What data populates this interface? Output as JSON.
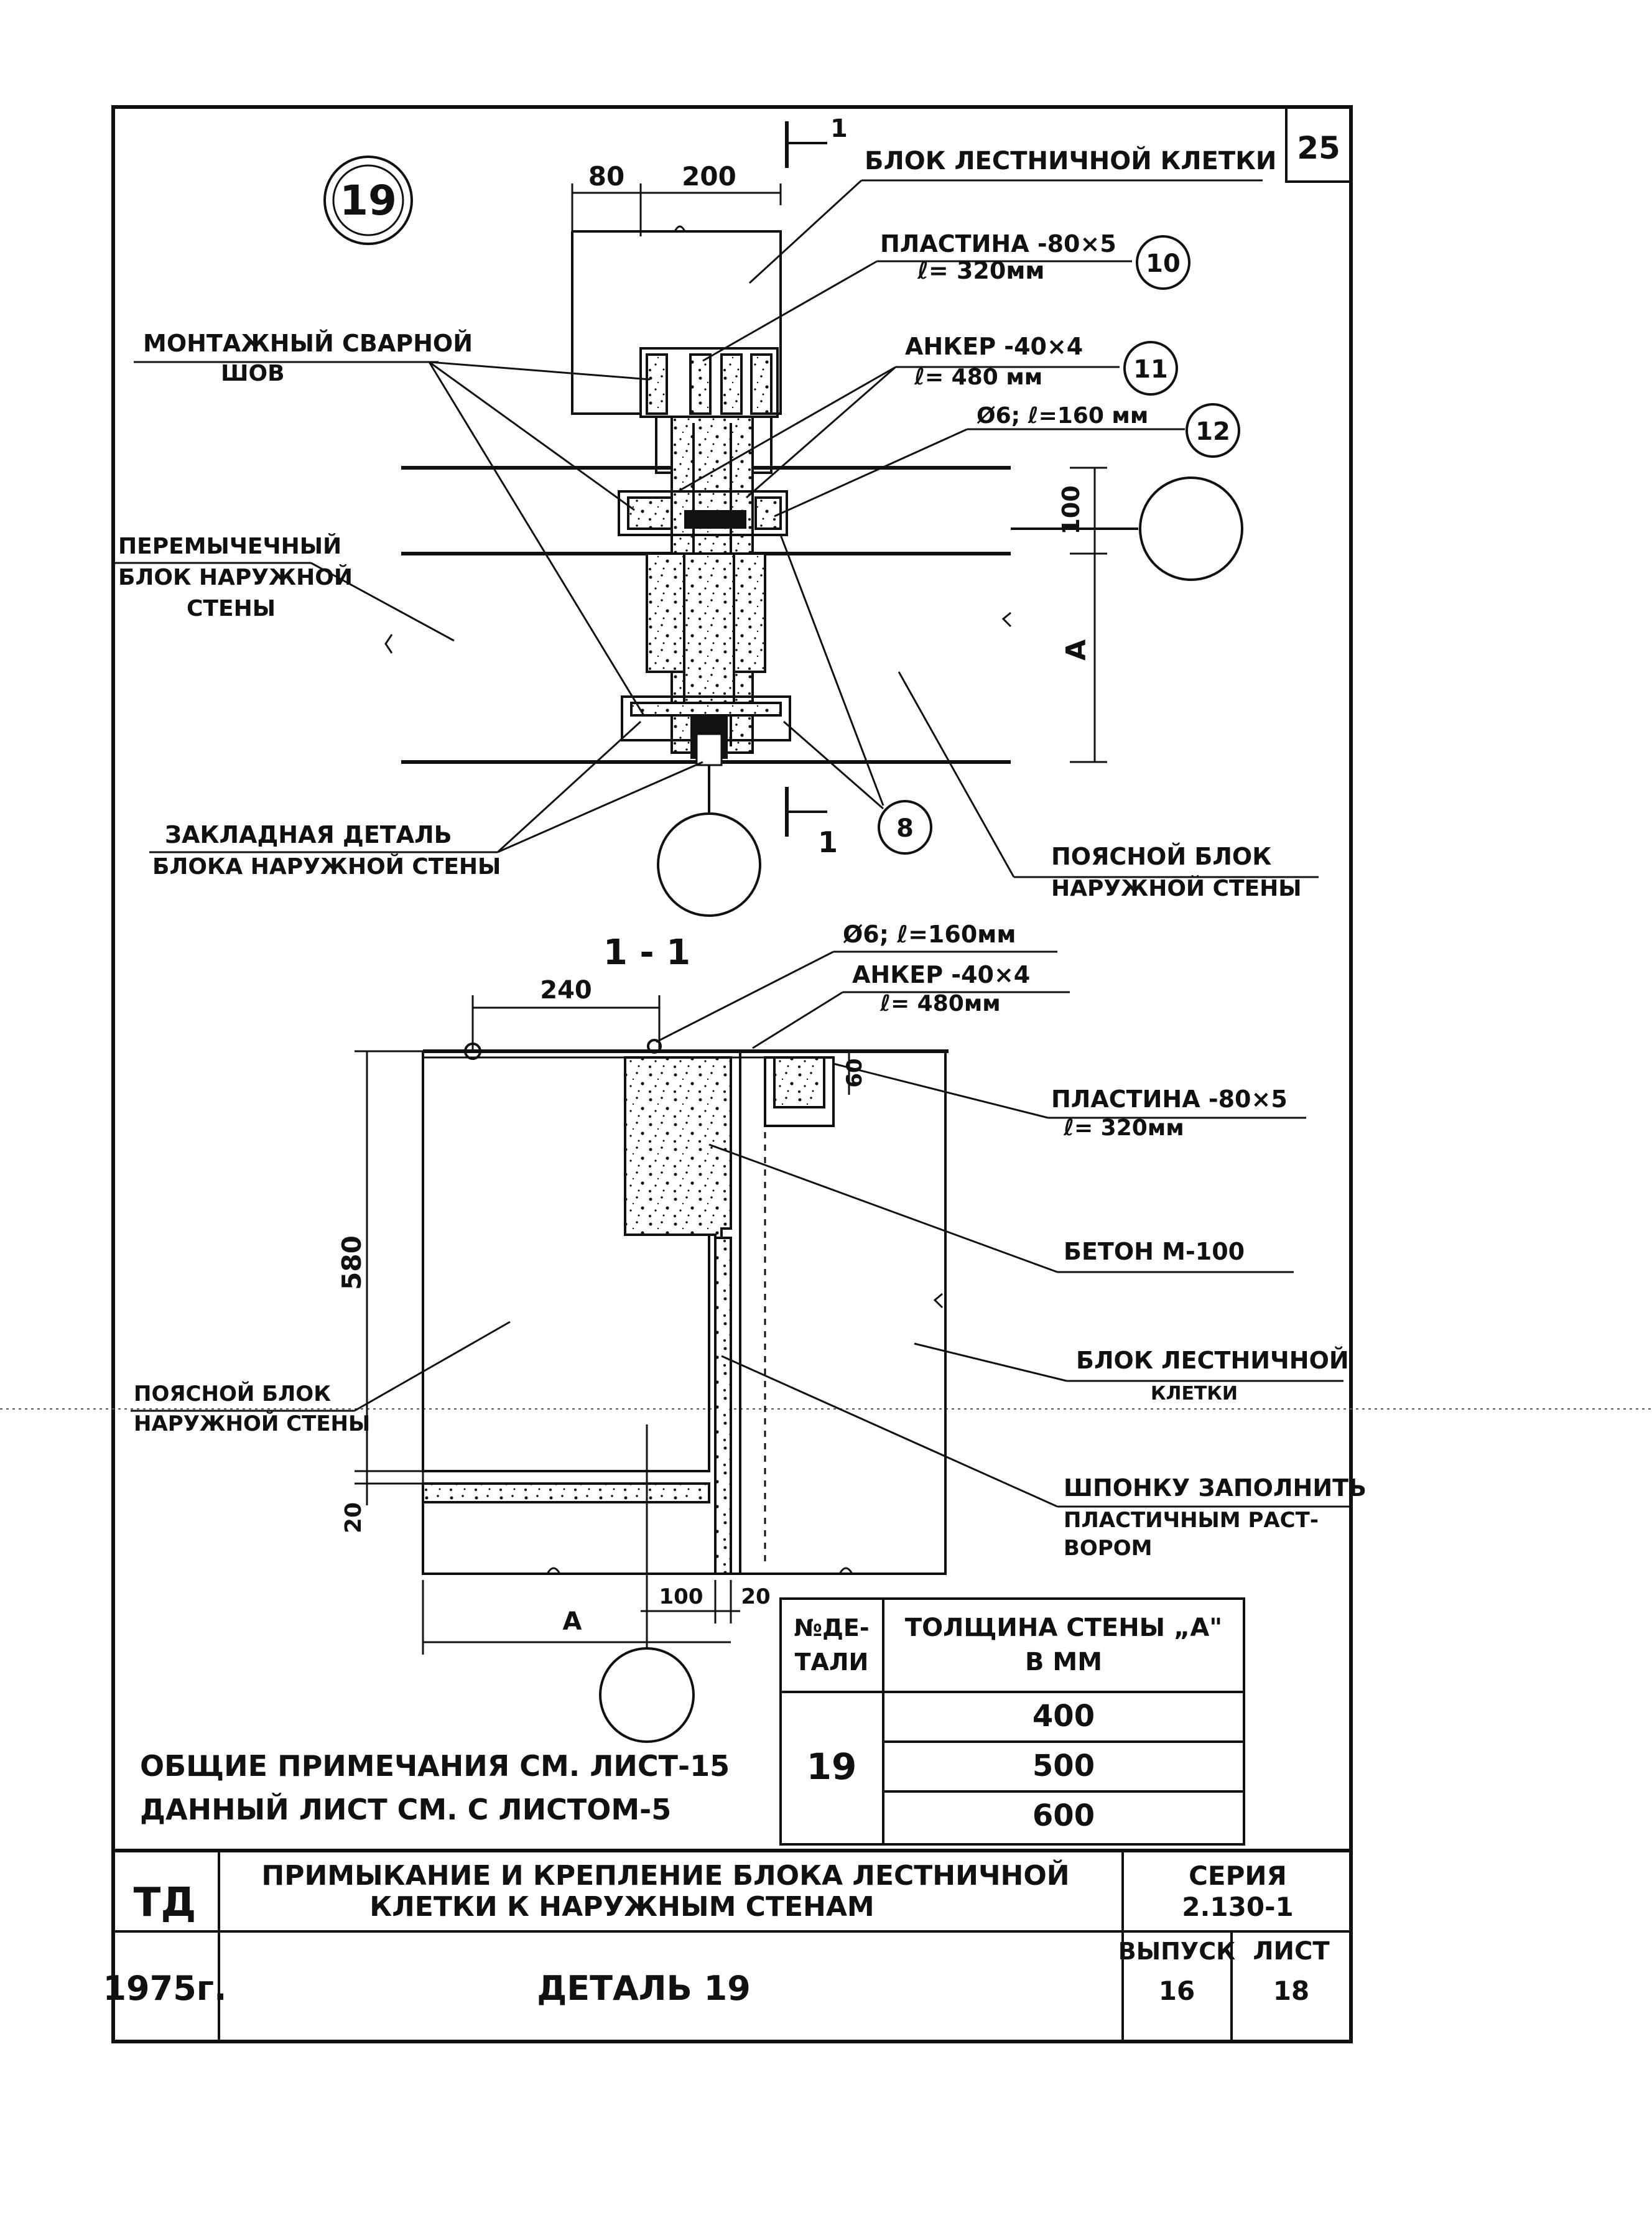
{
  "sheet_number": "25",
  "detail_marker": "19",
  "plan": {
    "dims": {
      "d80": "80",
      "d200": "200",
      "d100": "100",
      "dA": "A"
    },
    "section_marks": {
      "top_num": "1",
      "bottom_num": "1"
    },
    "labels": {
      "stair_block": "БЛОК ЛЕСТНИЧНОЙ КЛЕТКИ",
      "plate_line1": "ПЛАСТИНА -80×5",
      "plate_line2": "ℓ= 320мм",
      "weld_line1": "МОНТАЖНЫЙ СВАРНОЙ",
      "weld_line2": "ШОВ",
      "anchor_line1": "АНКЕР -40×4",
      "anchor_line2": "ℓ= 480 мм",
      "rod_line": "Ø6; ℓ=160 мм",
      "lintel_line1": "ПЕРЕМЫЧЕЧНЫЙ",
      "lintel_line2": "БЛОК НАРУЖНОЙ",
      "lintel_line3": "СТЕНЫ",
      "embed_line1": "ЗАКЛАДНАЯ ДЕТАЛЬ",
      "embed_line2": "БЛОКА НАРУЖНОЙ СТЕНЫ",
      "belt_line1": "ПОЯСНОЙ БЛОК",
      "belt_line2": "НАРУЖНОЙ СТЕНЫ"
    },
    "callouts": {
      "c10": "10",
      "c11": "11",
      "c12": "12",
      "c8": "8"
    }
  },
  "section": {
    "title": "1 - 1",
    "dims": {
      "d240": "240",
      "d60": "60",
      "d580": "580",
      "d20": "20",
      "d100": "100",
      "d20b": "20",
      "dA": "A"
    },
    "labels": {
      "rod_line": "Ø6; ℓ=160мм",
      "anchor_line1": "АНКЕР -40×4",
      "anchor_line2": "ℓ= 480мм",
      "plate_line1": "ПЛАСТИНА -80×5",
      "plate_line2": "ℓ= 320мм",
      "concrete": "БЕТОН М-100",
      "stair_line1": "БЛОК ЛЕСТНИЧНОЙ",
      "stair_line2": "КЛЕТКИ",
      "belt_line1": "ПОЯСНОЙ БЛОК",
      "belt_line2": "НАРУЖНОЙ СТЕНЫ",
      "key_line1": "ШПОНКУ ЗАПОЛНИТЬ",
      "key_line2": "ПЛАСТИЧНЫМ РАСТ-",
      "key_line3": "ВОРОМ"
    }
  },
  "table": {
    "header_col1_line1": "№ДЕ-",
    "header_col1_line2": "ТАЛИ",
    "header_col2_line1": "ТОЛЩИНА СТЕНЫ „А\"",
    "header_col2_line2": "В ММ",
    "detail": "19",
    "values": [
      "400",
      "500",
      "600"
    ]
  },
  "notes": {
    "line1": "ОБЩИЕ ПРИМЕЧАНИЯ СМ. ЛИСТ-15",
    "line2": "ДАННЫЙ ЛИСТ СМ. С ЛИСТОМ-5"
  },
  "title_block": {
    "org": "ТД",
    "year": "1975г.",
    "title_line1": "ПРИМЫКАНИЕ И КРЕПЛЕНИЕ БЛОКА ЛЕСТНИЧНОЙ",
    "title_line2": "КЛЕТКИ К НАРУЖНЫМ СТЕНАМ",
    "series_label": "СЕРИЯ",
    "series_value": "2.130-1",
    "detail_title": "ДЕТАЛЬ 19",
    "issue_label": "ВЫПУСК",
    "issue_value": "16",
    "sheet_label": "ЛИСТ",
    "sheet_value": "18"
  }
}
